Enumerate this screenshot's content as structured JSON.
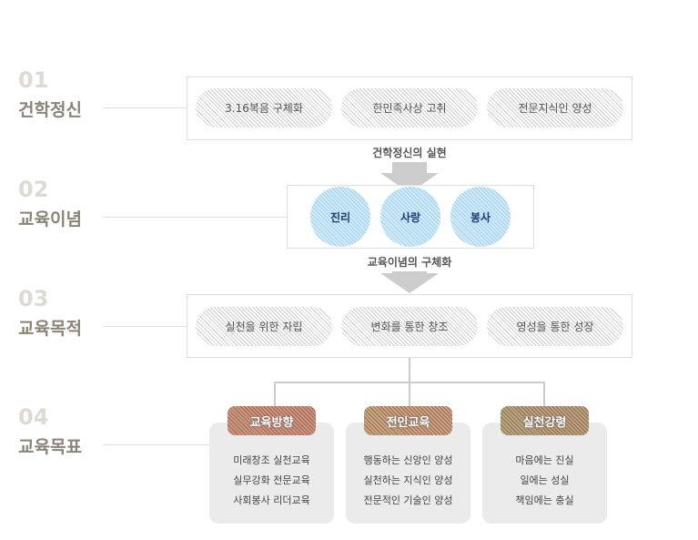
{
  "sections": [
    {
      "number": "01",
      "title": "건학정신",
      "items": [
        "3.16복음 구체화",
        "한민족사상 고취",
        "전문지식인 양성"
      ]
    },
    {
      "number": "02",
      "title": "교육이념",
      "items": [
        "진리",
        "사랑",
        "봉사"
      ]
    },
    {
      "number": "03",
      "title": "교육목적",
      "items": [
        "실천을 위한 자립",
        "변화를 통한 창조",
        "영성을 통한 성장"
      ]
    },
    {
      "number": "04",
      "title": "교육목표",
      "cards": [
        {
          "title": "교육방향",
          "lines": [
            "미래창조 실천교육",
            "실무강화 전문교육",
            "사회봉사 리더교육"
          ]
        },
        {
          "title": "전인교육",
          "lines": [
            "행동하는 신앙인 양성",
            "실천하는 지식인 양성",
            "전문적인 기술인 양성"
          ]
        },
        {
          "title": "실천강령",
          "lines": [
            "마음에는 진실",
            "일에는 성실",
            "책임에는 충실"
          ]
        }
      ]
    }
  ],
  "arrows": [
    "건학정신의 실현",
    "교육이념의 구체화"
  ]
}
